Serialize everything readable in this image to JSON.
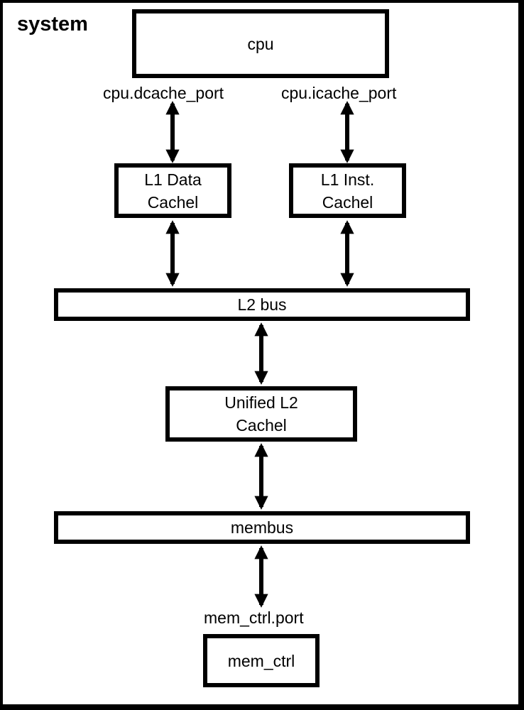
{
  "diagram": {
    "system_label": "system",
    "cpu": {
      "label": "cpu"
    },
    "ports": {
      "dcache": "cpu.dcache_port",
      "icache": "cpu.icache_port",
      "mem_ctrl": "mem_ctrl.port"
    },
    "l1_data_cache": {
      "label": "L1 Data\nCachel"
    },
    "l1_inst_cache": {
      "label": "L1 Inst.\nCachel"
    },
    "l2_bus": {
      "label": "L2 bus"
    },
    "unified_l2_cache": {
      "label": "Unified L2\nCachel"
    },
    "membus": {
      "label": "membus"
    },
    "mem_ctrl": {
      "label": "mem_ctrl"
    }
  }
}
